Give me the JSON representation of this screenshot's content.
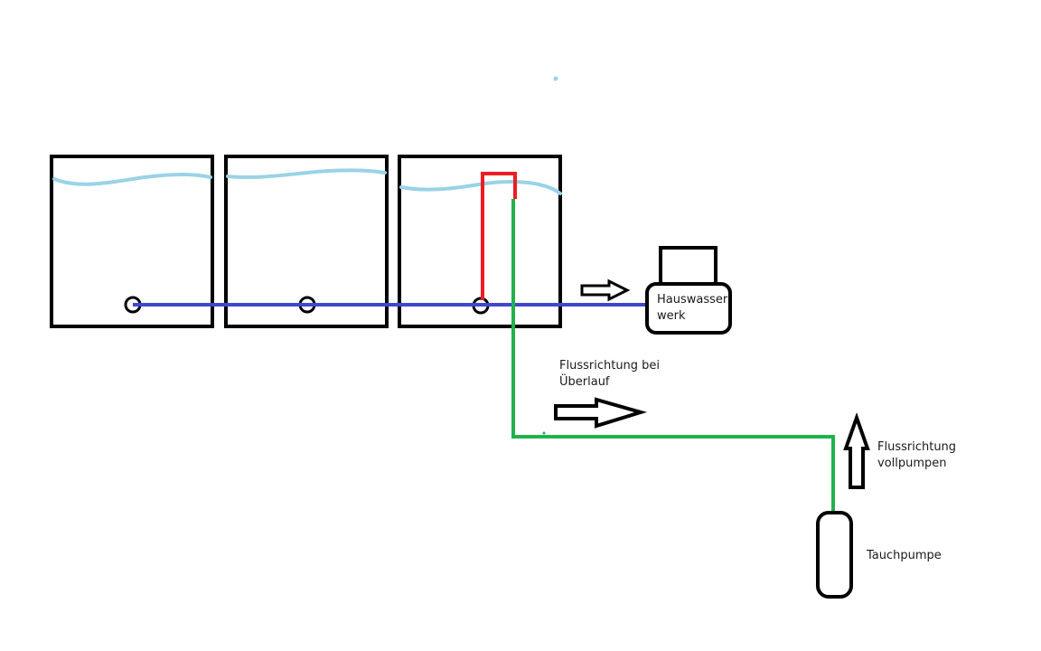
{
  "labels": {
    "hauswasserwerk": [
      "Hauswasser",
      "werk"
    ],
    "ueberlauf": [
      "Flussrichtung bei",
      "Überlauf"
    ],
    "vollpumpen": [
      "Flussrichtung",
      "vollpumpen"
    ],
    "tauchpumpe": "Tauchpumpe"
  },
  "colors": {
    "outline": "#000000",
    "water_surface": "#99d3e6",
    "connection_pipe": "#3f48cc",
    "overflow_pipe": "#ed1c24",
    "fill_pipe": "#22b14c"
  },
  "components": {
    "tanks": [
      "tank-1",
      "tank-2",
      "tank-3"
    ],
    "pumps": [
      "hauswasserwerk",
      "tauchpumpe"
    ]
  }
}
